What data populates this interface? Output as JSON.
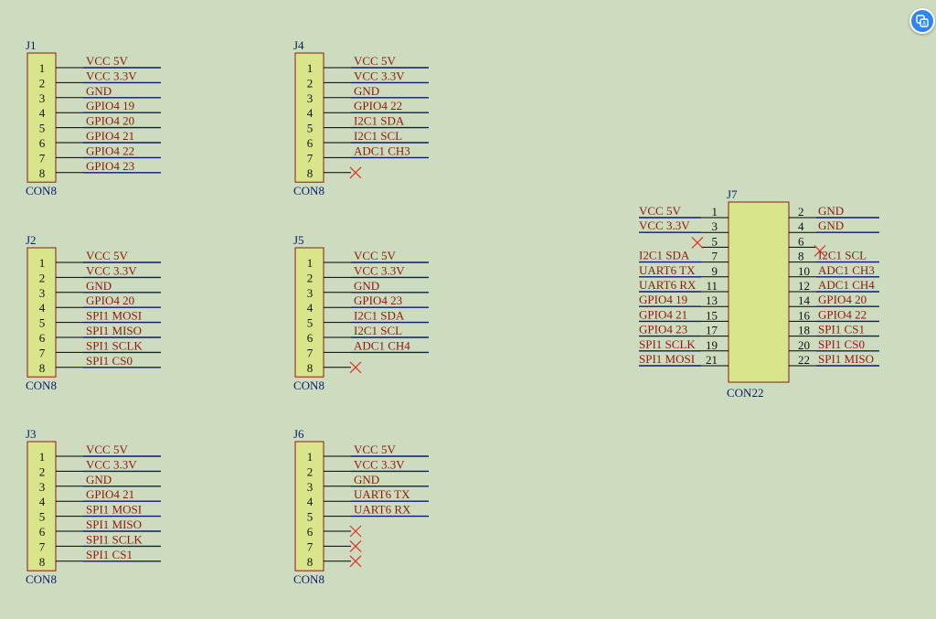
{
  "colors": {
    "background": "#cddcbf",
    "component_fill": "#d9e58a",
    "component_border": "#8c1a10",
    "designator": "#0c1a6e",
    "net_label": "#8c1a10",
    "wire": "#0c1a6e",
    "no_connect": "#e0302a",
    "toolbar_button": "#2f86f0"
  },
  "toolbar": {
    "button_icon": "translate-icon"
  },
  "connectors": [
    {
      "designator": "J1",
      "value": "CON8",
      "pins": [
        {
          "num": "1",
          "net": "VCC_5V"
        },
        {
          "num": "2",
          "net": "VCC_3.3V"
        },
        {
          "num": "3",
          "net": "GND"
        },
        {
          "num": "4",
          "net": "GPIO4_19"
        },
        {
          "num": "5",
          "net": "GPIO4_20"
        },
        {
          "num": "6",
          "net": "GPIO4_21"
        },
        {
          "num": "7",
          "net": "GPIO4_22"
        },
        {
          "num": "8",
          "net": "GPIO4_23"
        }
      ]
    },
    {
      "designator": "J4",
      "value": "CON8",
      "pins": [
        {
          "num": "1",
          "net": "VCC_5V"
        },
        {
          "num": "2",
          "net": "VCC_3.3V"
        },
        {
          "num": "3",
          "net": "GND"
        },
        {
          "num": "4",
          "net": "GPIO4_22"
        },
        {
          "num": "5",
          "net": "I2C1_SDA"
        },
        {
          "num": "6",
          "net": "I2C1_SCL"
        },
        {
          "num": "7",
          "net": "ADC1_CH3"
        },
        {
          "num": "8",
          "net": "",
          "nc": true
        }
      ]
    },
    {
      "designator": "J2",
      "value": "CON8",
      "pins": [
        {
          "num": "1",
          "net": "VCC_5V"
        },
        {
          "num": "2",
          "net": "VCC_3.3V"
        },
        {
          "num": "3",
          "net": "GND"
        },
        {
          "num": "4",
          "net": "GPIO4_20"
        },
        {
          "num": "5",
          "net": "SPI1_MOSI"
        },
        {
          "num": "6",
          "net": "SPI1_MISO"
        },
        {
          "num": "7",
          "net": "SPI1_SCLK"
        },
        {
          "num": "8",
          "net": "SPI1_CS0"
        }
      ]
    },
    {
      "designator": "J5",
      "value": "CON8",
      "pins": [
        {
          "num": "1",
          "net": "VCC_5V"
        },
        {
          "num": "2",
          "net": "VCC_3.3V"
        },
        {
          "num": "3",
          "net": "GND"
        },
        {
          "num": "4",
          "net": "GPIO4_23"
        },
        {
          "num": "5",
          "net": "I2C1_SDA"
        },
        {
          "num": "6",
          "net": "I2C1_SCL"
        },
        {
          "num": "7",
          "net": "ADC1_CH4"
        },
        {
          "num": "8",
          "net": "",
          "nc": true
        }
      ]
    },
    {
      "designator": "J3",
      "value": "CON8",
      "pins": [
        {
          "num": "1",
          "net": "VCC_5V"
        },
        {
          "num": "2",
          "net": "VCC_3.3V"
        },
        {
          "num": "3",
          "net": "GND"
        },
        {
          "num": "4",
          "net": "GPIO4_21"
        },
        {
          "num": "5",
          "net": "SPI1_MOSI"
        },
        {
          "num": "6",
          "net": "SPI1_MISO"
        },
        {
          "num": "7",
          "net": "SPI1_SCLK"
        },
        {
          "num": "8",
          "net": "SPI1_CS1"
        }
      ]
    },
    {
      "designator": "J6",
      "value": "CON8",
      "pins": [
        {
          "num": "1",
          "net": "VCC_5V"
        },
        {
          "num": "2",
          "net": "VCC_3.3V"
        },
        {
          "num": "3",
          "net": "GND"
        },
        {
          "num": "4",
          "net": "UART6_TX"
        },
        {
          "num": "5",
          "net": "UART6_RX"
        },
        {
          "num": "6",
          "net": "",
          "nc": true
        },
        {
          "num": "7",
          "net": "",
          "nc": true
        },
        {
          "num": "8",
          "net": "",
          "nc": true
        }
      ]
    }
  ],
  "header": {
    "designator": "J7",
    "value": "CON22",
    "left_pins": [
      {
        "num": "1",
        "net": "VCC_5V"
      },
      {
        "num": "3",
        "net": "VCC_3.3V"
      },
      {
        "num": "5",
        "net": "",
        "nc": true
      },
      {
        "num": "7",
        "net": "I2C1_SDA"
      },
      {
        "num": "9",
        "net": "UART6_TX"
      },
      {
        "num": "11",
        "net": "UART6_RX"
      },
      {
        "num": "13",
        "net": "GPIO4_19"
      },
      {
        "num": "15",
        "net": "GPIO4_21"
      },
      {
        "num": "17",
        "net": "GPIO4_23"
      },
      {
        "num": "19",
        "net": "SPI1_SCLK"
      },
      {
        "num": "21",
        "net": "SPI1_MOSI"
      }
    ],
    "right_pins": [
      {
        "num": "2",
        "net": "GND"
      },
      {
        "num": "4",
        "net": "GND"
      },
      {
        "num": "6",
        "net": "",
        "nc": true
      },
      {
        "num": "8",
        "net": "I2C1_SCL"
      },
      {
        "num": "10",
        "net": "ADC1_CH3"
      },
      {
        "num": "12",
        "net": "ADC1_CH4"
      },
      {
        "num": "14",
        "net": "GPIO4_20"
      },
      {
        "num": "16",
        "net": "GPIO4_22"
      },
      {
        "num": "18",
        "net": "SPI1_CS1"
      },
      {
        "num": "20",
        "net": "SPI1_CS0"
      },
      {
        "num": "22",
        "net": "SPI1_MISO"
      }
    ]
  }
}
